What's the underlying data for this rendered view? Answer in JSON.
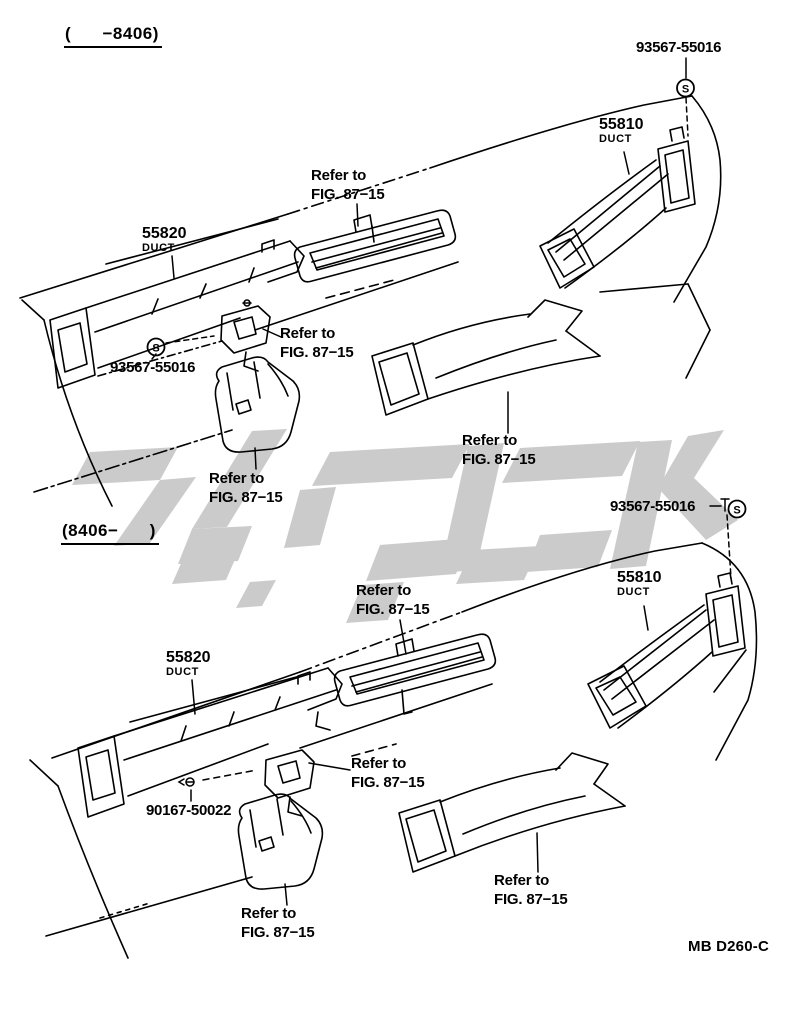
{
  "diagram": {
    "code": "MB D260-C",
    "refer_note": {
      "line1": "Refer to",
      "line2": "FIG. 87−15"
    },
    "clip_symbol": "S",
    "sections": [
      {
        "variant_label": "(      −8406)",
        "parts": {
          "clip_screw": "93567-55016",
          "side_duct_number": "55810",
          "side_duct_type": "DUCT",
          "defroster_duct_number": "55820",
          "defroster_duct_type": "DUCT"
        }
      },
      {
        "variant_label": "(8406−      )",
        "parts": {
          "clip_screw": "93567-55016",
          "side_duct_number": "55810",
          "side_duct_type": "DUCT",
          "defroster_duct_number": "55820",
          "defroster_duct_type": "DUCT",
          "mount_screw": "90167-50022"
        }
      }
    ]
  }
}
